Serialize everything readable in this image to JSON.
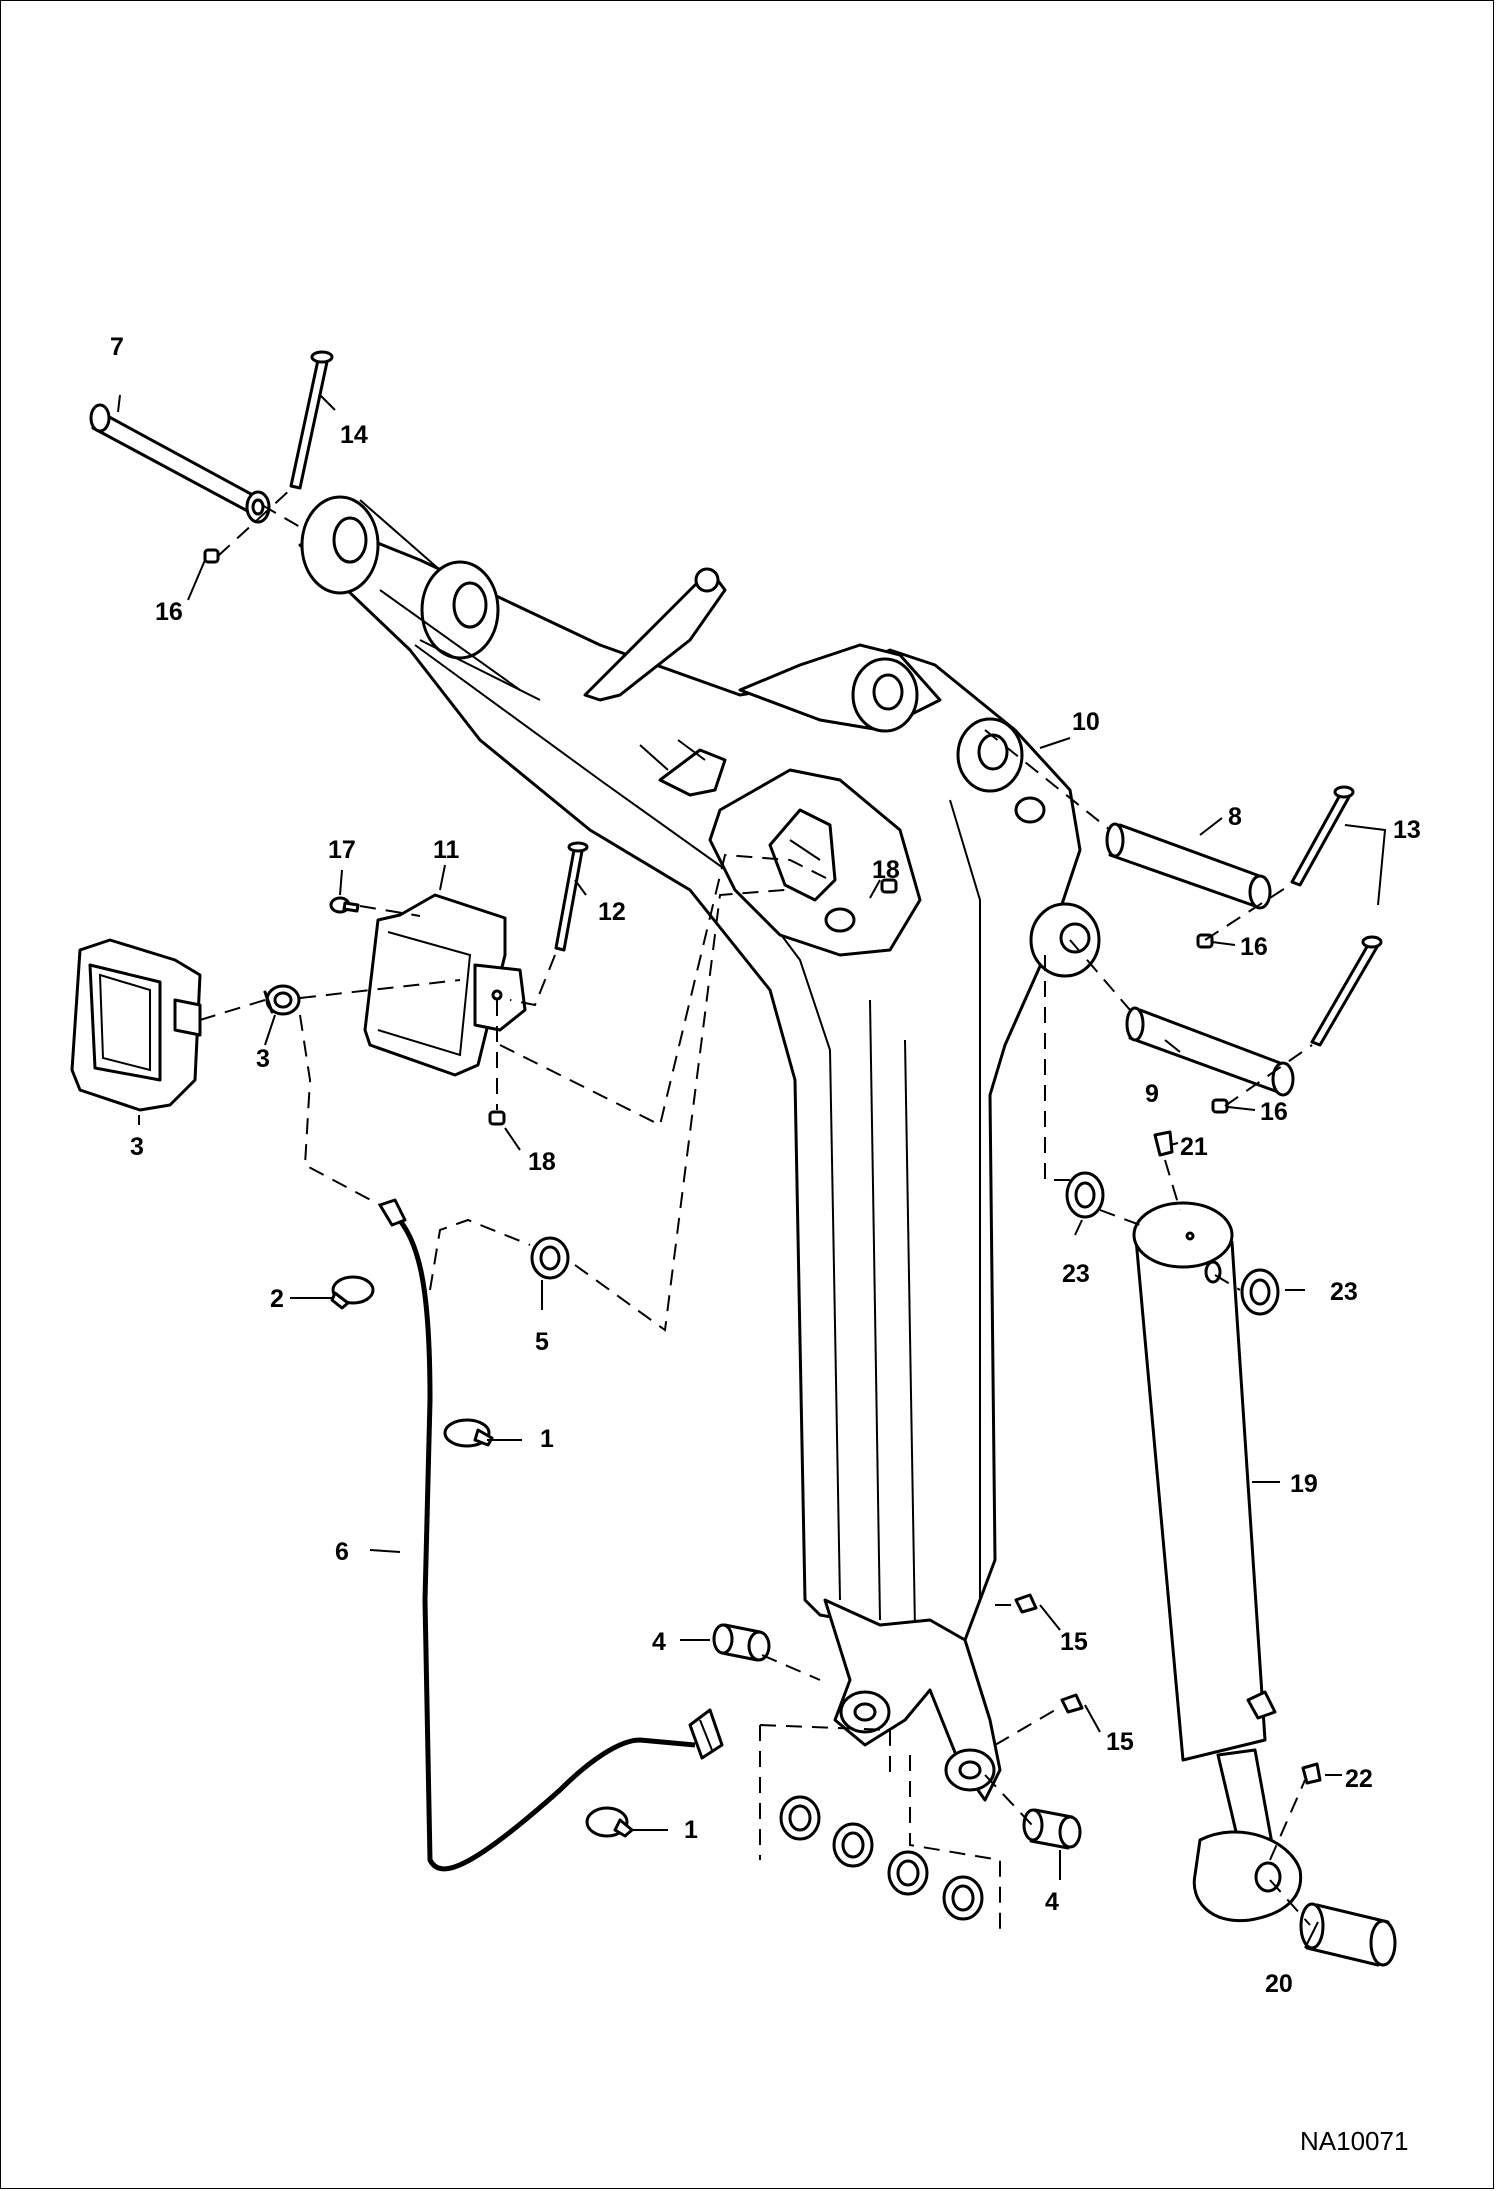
{
  "figure_id": "NA10071",
  "callouts": {
    "c1a": "1",
    "c1b": "1",
    "c2": "2",
    "c3a": "3",
    "c3b": "3",
    "c4a": "4",
    "c4b": "4",
    "c5": "5",
    "c6": "6",
    "c7": "7",
    "c8": "8",
    "c9": "9",
    "c10": "10",
    "c11": "11",
    "c12": "12",
    "c13": "13",
    "c14": "14",
    "c15a": "15",
    "c15b": "15",
    "c16a": "16",
    "c16b": "16",
    "c16c": "16",
    "c17": "17",
    "c18a": "18",
    "c18b": "18",
    "c19": "19",
    "c20": "20",
    "c21": "21",
    "c22": "22",
    "c23a": "23",
    "c23b": "23"
  }
}
